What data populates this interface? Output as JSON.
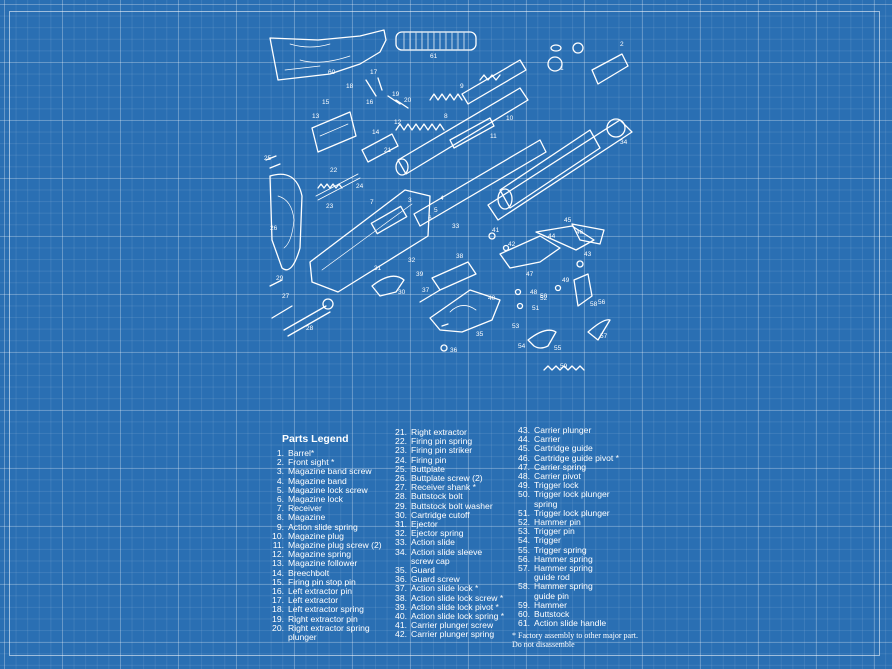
{
  "legend": {
    "title": "Parts Legend",
    "columns": [
      [
        {
          "n": "1.",
          "t": "Barrel*"
        },
        {
          "n": "2.",
          "t": "Front sight *"
        },
        {
          "n": "3.",
          "t": "Magazine band screw"
        },
        {
          "n": "4.",
          "t": "Magazine band"
        },
        {
          "n": "5.",
          "t": "Magazine lock screw"
        },
        {
          "n": "6.",
          "t": "Magazine lock"
        },
        {
          "n": "7.",
          "t": "Receiver"
        },
        {
          "n": "8.",
          "t": "Magazine"
        },
        {
          "n": "9.",
          "t": "Action slide spring"
        },
        {
          "n": "10.",
          "t": "Magazine plug"
        },
        {
          "n": "11.",
          "t": "Magazine plug screw (2)"
        },
        {
          "n": "12.",
          "t": "Magazine spring"
        },
        {
          "n": "13.",
          "t": "Magazine follower"
        },
        {
          "n": "14.",
          "t": "Breechbolt"
        },
        {
          "n": "15.",
          "t": "Firing pin stop pin"
        },
        {
          "n": "16.",
          "t": "Left extractor pin"
        },
        {
          "n": "17.",
          "t": "Left extractor"
        },
        {
          "n": "18.",
          "t": "Left extractor spring"
        },
        {
          "n": "19.",
          "t": "Right extractor pin"
        },
        {
          "n": "20.",
          "t": "Right extractor spring",
          "c": "plunger"
        }
      ],
      [
        {
          "n": "21.",
          "t": "Right extractor"
        },
        {
          "n": "22.",
          "t": "Firing pin spring"
        },
        {
          "n": "23.",
          "t": "Firing pin striker"
        },
        {
          "n": "24.",
          "t": "Firing pin"
        },
        {
          "n": "25.",
          "t": "Buttplate"
        },
        {
          "n": "26.",
          "t": "Buttplate screw (2)"
        },
        {
          "n": "27.",
          "t": "Receiver shank *"
        },
        {
          "n": "28.",
          "t": "Buttstock bolt"
        },
        {
          "n": "29.",
          "t": "Buttstock bolt washer"
        },
        {
          "n": "30.",
          "t": "Cartridge cutoff"
        },
        {
          "n": "31.",
          "t": "Ejector"
        },
        {
          "n": "32.",
          "t": "Ejector spring"
        },
        {
          "n": "33.",
          "t": "Action slide"
        },
        {
          "n": "34.",
          "t": "Action slide sleeve",
          "c": "screw cap"
        },
        {
          "n": "35.",
          "t": "Guard"
        },
        {
          "n": "36.",
          "t": "Guard screw"
        },
        {
          "n": "37.",
          "t": "Action slide lock *"
        },
        {
          "n": "38.",
          "t": "Action slide lock screw *"
        },
        {
          "n": "39.",
          "t": "Action slide lock pivot *"
        },
        {
          "n": "40.",
          "t": "Action slide lock spring *"
        },
        {
          "n": "41.",
          "t": "Carrier plunger screw"
        },
        {
          "n": "42.",
          "t": "Carrier plunger spring"
        }
      ],
      [
        {
          "n": "43.",
          "t": "Carrier plunger"
        },
        {
          "n": "44.",
          "t": "Carrier"
        },
        {
          "n": "45.",
          "t": "Cartridge guide"
        },
        {
          "n": "46.",
          "t": "Cartridge guide pivot *"
        },
        {
          "n": "47.",
          "t": "Carrier spring"
        },
        {
          "n": "48.",
          "t": "Carrier pivot"
        },
        {
          "n": "49.",
          "t": "Trigger lock"
        },
        {
          "n": "50.",
          "t": "Trigger lock plunger",
          "c": "spring"
        },
        {
          "n": "51.",
          "t": "Trigger lock plunger"
        },
        {
          "n": "52.",
          "t": "Hammer pin"
        },
        {
          "n": "53.",
          "t": "Trigger pin"
        },
        {
          "n": "54.",
          "t": "Trigger"
        },
        {
          "n": "55.",
          "t": "Trigger spring"
        },
        {
          "n": "56.",
          "t": "Hammer spring"
        },
        {
          "n": "57.",
          "t": "Hammer spring",
          "c": "guide rod"
        },
        {
          "n": "58.",
          "t": "Hammer spring",
          "c": "guide pin"
        },
        {
          "n": "59.",
          "t": "Hammer"
        },
        {
          "n": "60.",
          "t": "Buttstock"
        },
        {
          "n": "61.",
          "t": "Action slide handle"
        }
      ]
    ],
    "note": "* Factory assembly to other major part. Do not disassemble"
  },
  "callouts": [
    "60",
    "61",
    "2",
    "1",
    "34",
    "17",
    "18",
    "15",
    "16",
    "19",
    "20",
    "14",
    "13",
    "12",
    "8",
    "9",
    "21",
    "22",
    "24",
    "23",
    "25",
    "26",
    "7",
    "3",
    "33",
    "4",
    "5",
    "6",
    "10",
    "11",
    "27",
    "28",
    "29",
    "30",
    "31",
    "32",
    "35",
    "36",
    "37",
    "38",
    "39",
    "40",
    "41",
    "42",
    "43",
    "44",
    "45",
    "46",
    "47",
    "48",
    "49",
    "50",
    "51",
    "52",
    "53",
    "54",
    "55",
    "56",
    "57",
    "58",
    "59"
  ],
  "colors": {
    "background": "#2a6fb3",
    "ink": "#ffffff"
  }
}
